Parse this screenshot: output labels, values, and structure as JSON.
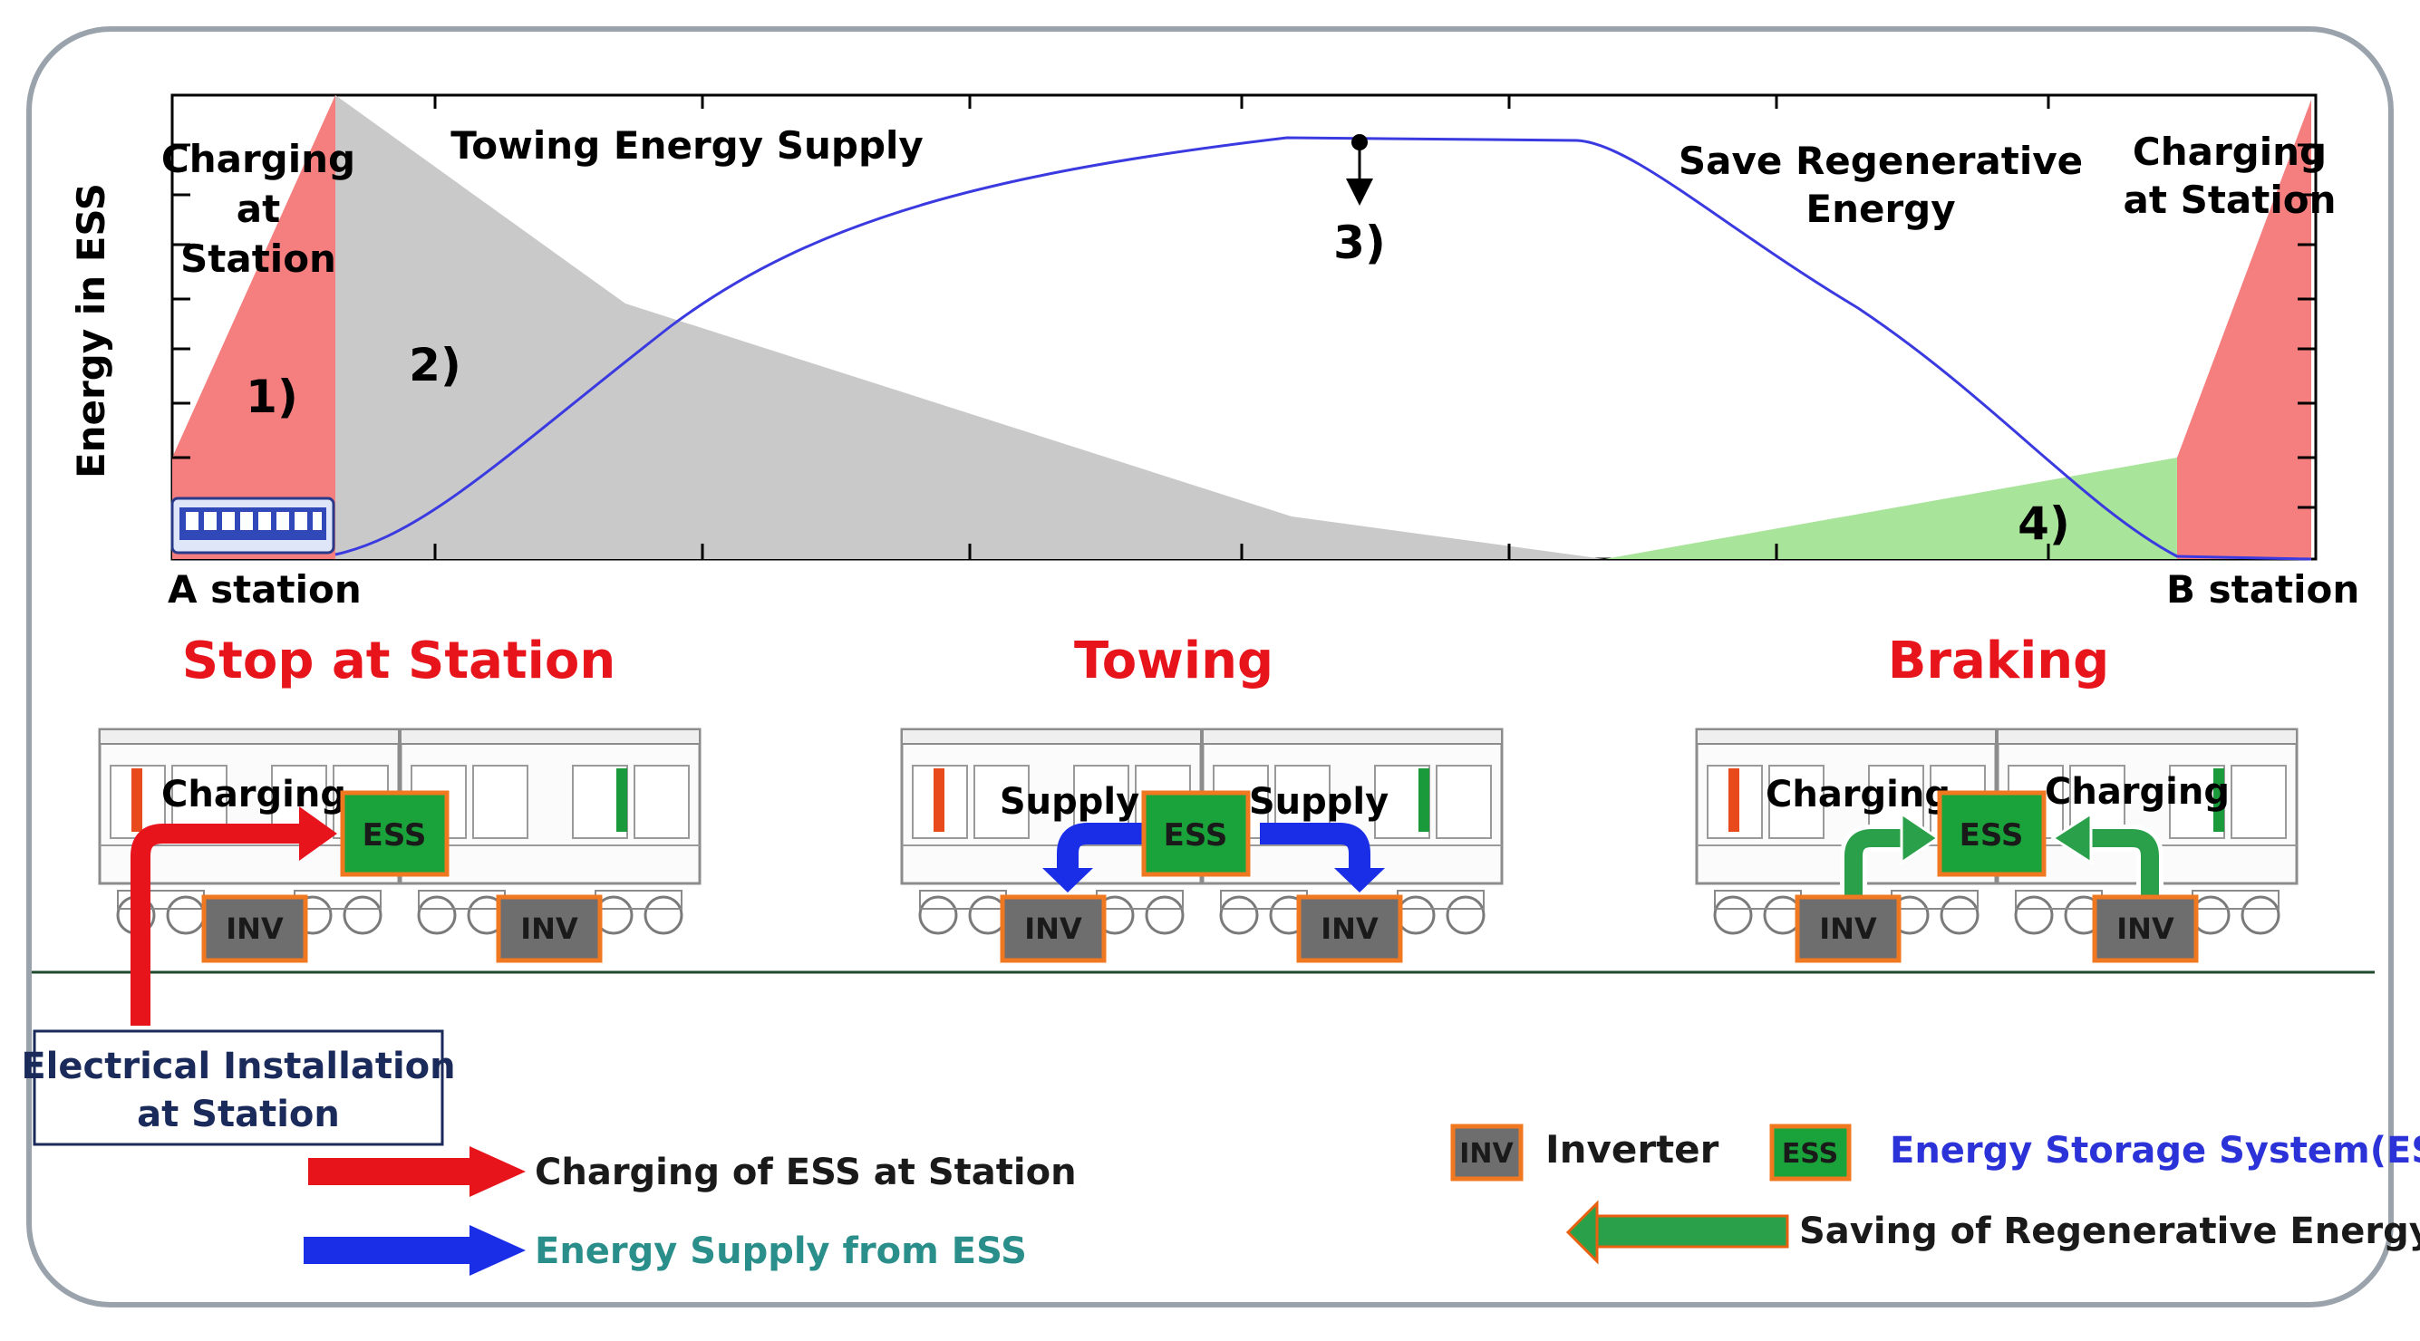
{
  "plot": {
    "ylabel": "Energy in ESS",
    "charging_a": [
      "Charging",
      "at",
      "Station"
    ],
    "towing": "Towing Energy Supply",
    "save_regen": [
      "Save Regenerative",
      "Energy"
    ],
    "charging_b": [
      "Charging",
      "at Station"
    ],
    "markers": [
      "1)",
      "2)",
      "3)",
      "4)"
    ],
    "station_a": "A station",
    "station_b": "B station"
  },
  "modes": {
    "stop": {
      "title": "Stop at Station",
      "label1": "Charging"
    },
    "towing": {
      "title": "Towing",
      "label1": "Supply",
      "label2": "Supply"
    },
    "braking": {
      "title": "Braking",
      "label1": "Charging",
      "label2": "Charging"
    }
  },
  "blocks": {
    "ess": "ESS",
    "inv": "INV"
  },
  "station_box": [
    "Electrical Installation",
    "at Station"
  ],
  "legend": {
    "charging": "Charging of ESS at Station",
    "supply": "Energy Supply from ESS",
    "inverter": "Inverter",
    "ess": "Energy Storage System(ESS)",
    "regen": "Saving of Regenerative Energy"
  },
  "colors": {
    "title_red": "#e8141c",
    "ess_green": "#1aa33a",
    "inv_gray": "#6e6e6e",
    "inv_border": "#f07820",
    "arrow_red": "#e8141c",
    "arrow_blue": "#1a2ee8",
    "arrow_green": "#2aa04a",
    "energy_line": "#3a3ae0",
    "pink_area": "#f57f7f",
    "gray_area": "#c9c9c9",
    "green_area": "#a8e59a",
    "legend_blue_text": "#2a32d8",
    "legend_teal_text": "#2a8f8a"
  }
}
